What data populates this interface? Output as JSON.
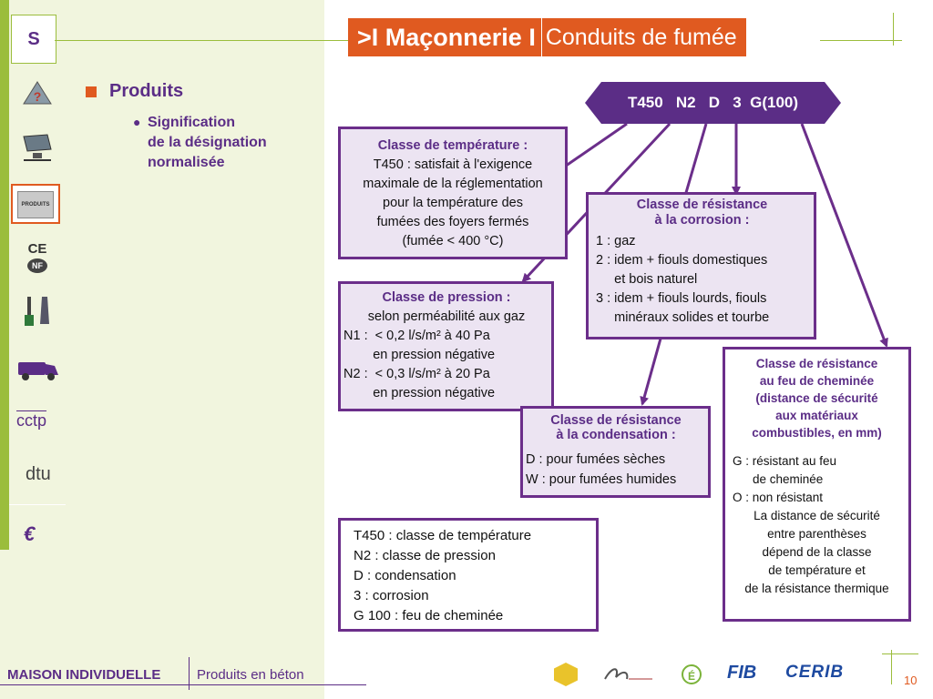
{
  "header": {
    "title_bold": ">I Maçonnerie I",
    "title_rest": "Conduits de fumée"
  },
  "sidebar": {
    "s_label": "S",
    "produits_label": "PRODUITS",
    "ce_label": "CE",
    "nf_label": "NF",
    "cctp_label": "cctp",
    "dtu_label": "dtu",
    "euro_label": "€",
    "question_label": "?"
  },
  "left": {
    "heading": "Produits",
    "sub_line1": "Signification",
    "sub_line2": "de la désignation",
    "sub_line3": "normalisée"
  },
  "designation": "T450   N2   D   3  G(100)",
  "temperature": {
    "heading": "Classe de température :",
    "lines": [
      "T450 : satisfait à l'exigence",
      "maximale de la réglementation",
      "pour la température des",
      "fumées des foyers fermés",
      "(fumée < 400 °C)"
    ]
  },
  "corrosion": {
    "heading1": "Classe de résistance",
    "heading2": "à la corrosion :",
    "lines": [
      "1 : gaz",
      "2 : idem + fiouls domestiques",
      "     et bois naturel",
      "3 : idem + fiouls lourds, fiouls",
      "     minéraux solides et tourbe"
    ]
  },
  "pression": {
    "heading": "Classe de pression :",
    "lines": [
      "selon perméabilité aux gaz",
      "N1 :  < 0,2 l/s/m² à 40 Pa",
      "        en pression négative",
      "N2 :  < 0,3 l/s/m² à 20 Pa",
      "        en pression négative"
    ]
  },
  "condensation": {
    "heading1": "Classe de résistance",
    "heading2": "à la condensation :",
    "lines": [
      "D : pour fumées sèches",
      "W : pour fumées humides"
    ]
  },
  "feu": {
    "heading": [
      "Classe de résistance",
      "au feu de cheminée",
      "(distance de sécurité",
      "aux matériaux",
      "combustibles, en mm)"
    ],
    "lines": [
      "G : résistant au feu",
      "de cheminée",
      "O : non résistant",
      "La distance de sécurité",
      "entre parenthèses",
      "dépend de la classe",
      "de température et",
      "de la résistance thermique"
    ]
  },
  "legend": {
    "lines": [
      "T450 : classe de température",
      "N2 : classe de pression",
      "D : condensation",
      "3 : corrosion",
      "G 100 : feu de cheminée"
    ]
  },
  "footer": {
    "name": "MAISON INDIVIDUELLE",
    "sub": "Produits en béton",
    "page": "10",
    "logos": [
      "FIB",
      "CERIB"
    ]
  },
  "colors": {
    "purple": "#6b2e8a",
    "orange": "#e05a20",
    "green": "#9bbd3c"
  }
}
